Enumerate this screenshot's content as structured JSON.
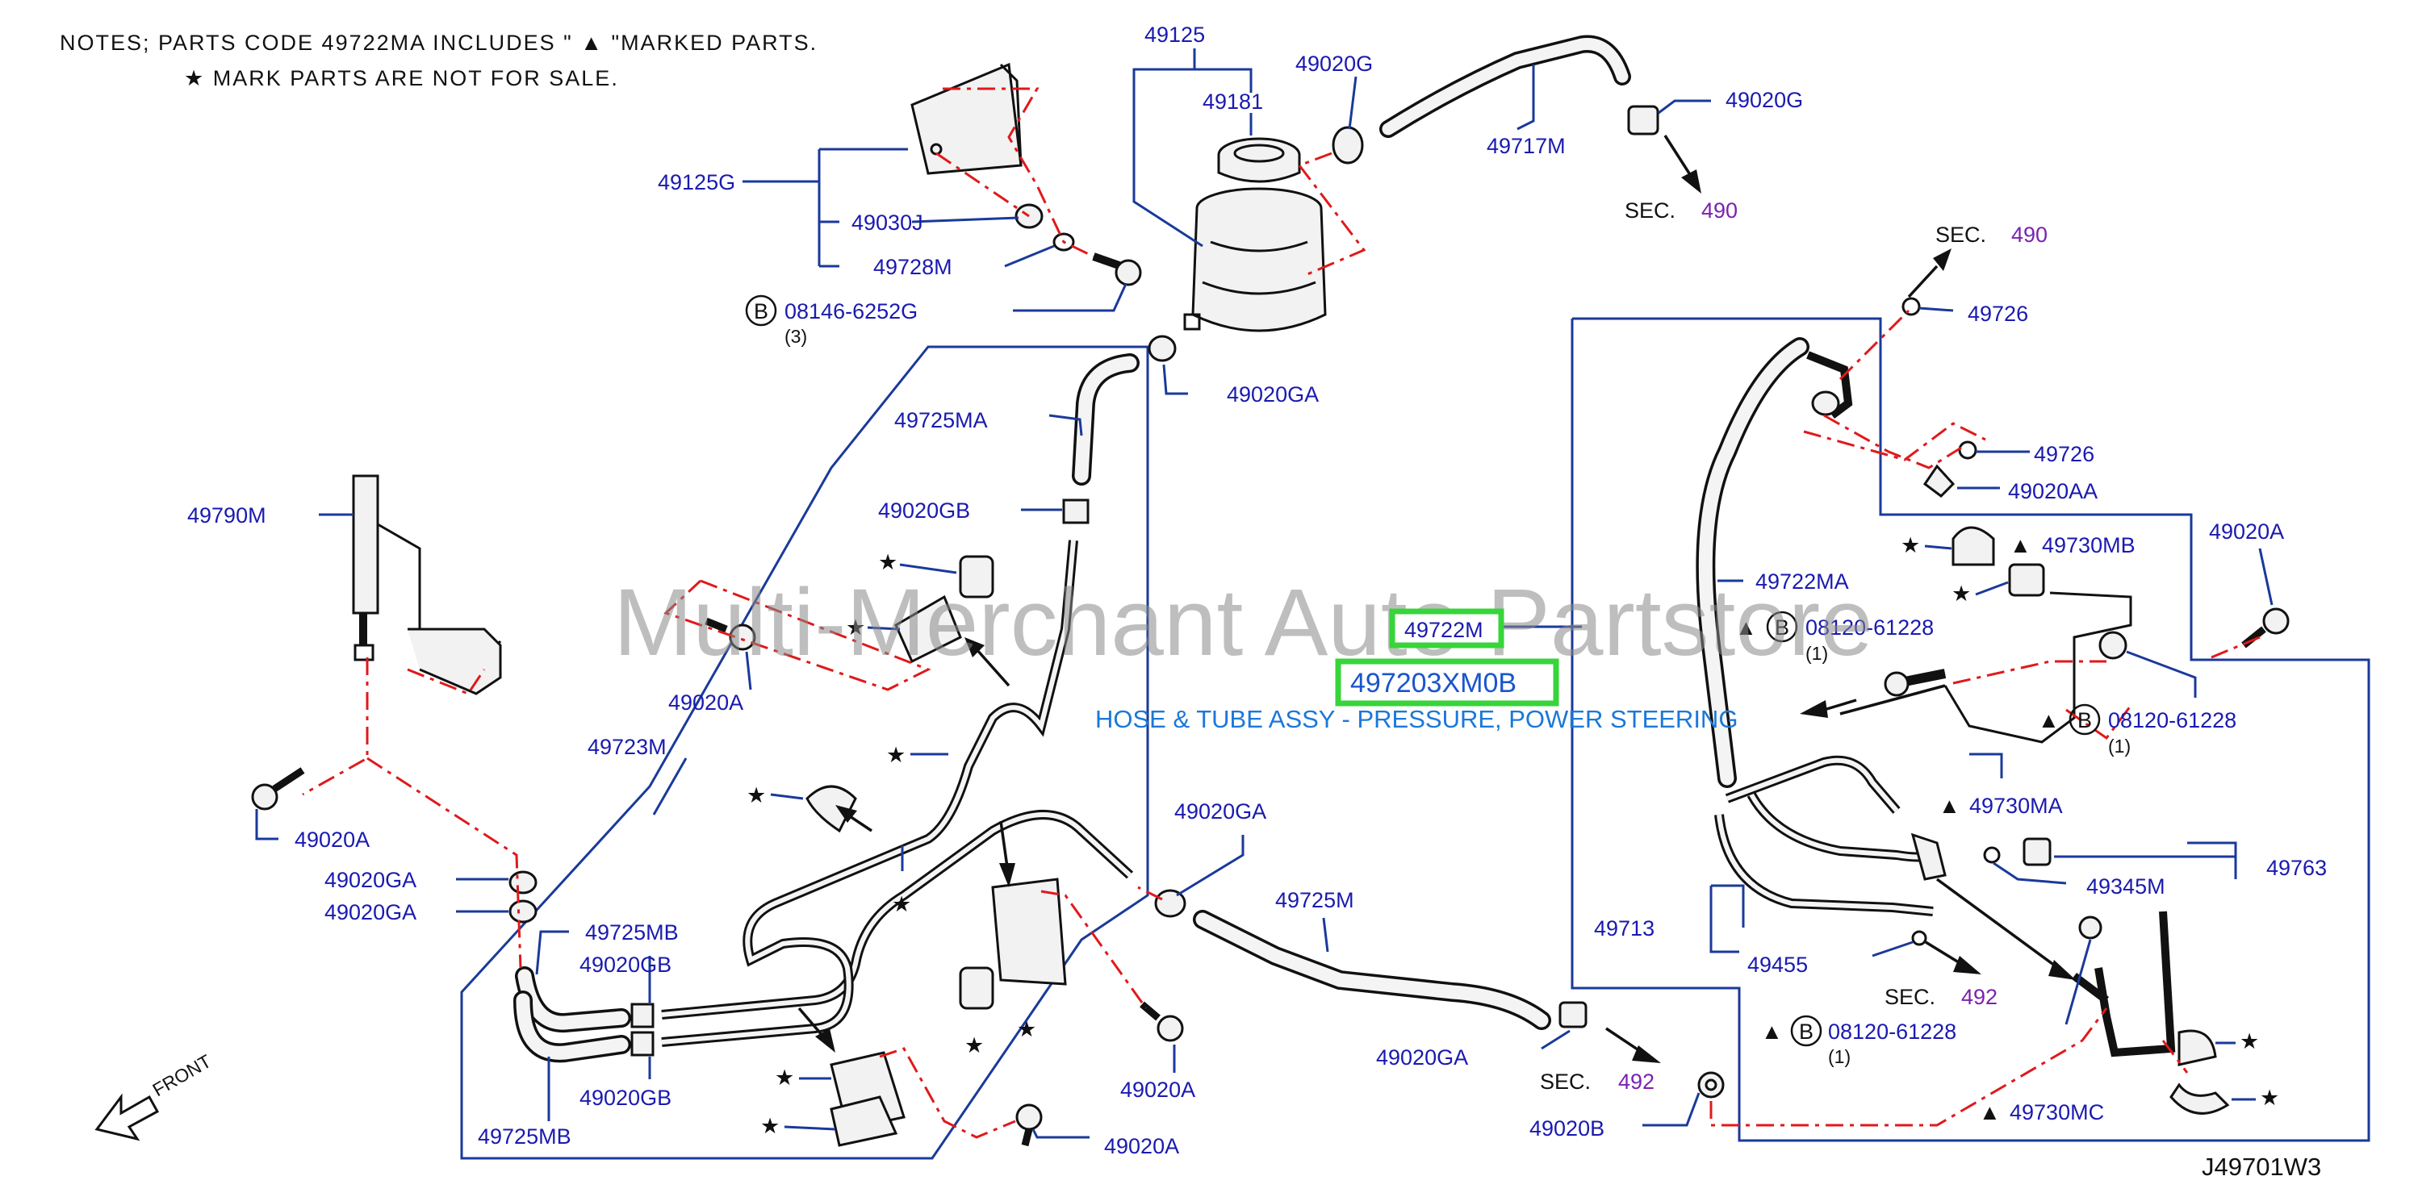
{
  "notes": {
    "line1": "NOTES;   PARTS   CODE       49722MA       INCLUDES  \"  ▲  \"MARKED  PARTS.",
    "line2": "★  MARK   PARTS   ARE   NOT   FOR   SALE."
  },
  "watermark": "Multi-Merchant Auto Partstore",
  "highlight": {
    "part_no": "49722M",
    "oem_no": "497203XM0B",
    "description": "HOSE & TUBE ASSY - PRESSURE, POWER STEERING"
  },
  "diagram_code": "J49701W3",
  "front_label": "FRONT",
  "sec_word": "SEC.",
  "sec_numbers": {
    "s490": "490",
    "s492": "492"
  },
  "star": "★",
  "triangle": "▲",
  "bolt_qty": {
    "q3": "(3)",
    "q1": "(1)"
  },
  "bolt_b": "B",
  "labels": {
    "p49125": "49125",
    "p49181": "49181",
    "p49020G": "49020G",
    "p49717M": "49717M",
    "p49125G": "49125G",
    "p49030J": "49030J",
    "p49728M": "49728M",
    "p08146": "08146-6252G",
    "p49020GA": "49020GA",
    "p49725MA": "49725MA",
    "p49020GB": "49020GB",
    "p49790M": "49790M",
    "p49020A": "49020A",
    "p49723M": "49723M",
    "p49725MB": "49725MB",
    "p49725M": "49725M",
    "p49020B": "49020B",
    "p49726": "49726",
    "p49020AA": "49020AA",
    "p49730MB": "49730MB",
    "p49722MA": "49722MA",
    "p08120": "08120-61228",
    "p49730MA": "49730MA",
    "p49763": "49763",
    "p49345M": "49345M",
    "p49713": "49713",
    "p49455": "49455",
    "p49730MC": "49730MC"
  }
}
